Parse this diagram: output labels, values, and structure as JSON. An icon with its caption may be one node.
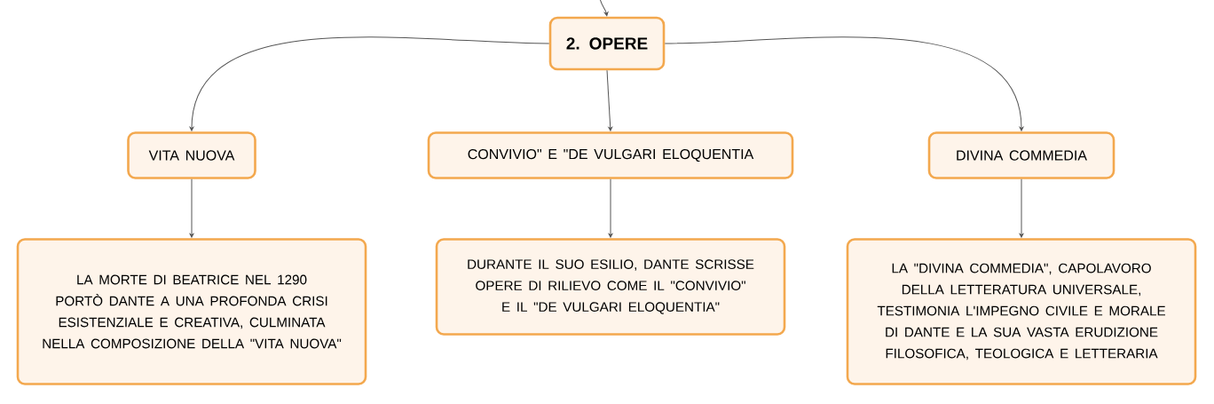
{
  "diagram": {
    "nodes": [
      {
        "text": [
          "2. OPERE"
        ]
      },
      {
        "text": [
          "VITA NUOVA"
        ]
      },
      {
        "text": [
          "CONVIVIO\" E \"DE VULGARI ELOQUENTIA"
        ]
      },
      {
        "text": [
          "DIVINA COMMEDIA"
        ]
      },
      {
        "text": [
          "LA MORTE DI BEATRICE NEL 1290 PORTÒ DANTE A UNA PROFONDA CRISI ESISTENZIALE E CREATIVA, CULMINATA NELLA COMPOSIZIONE DELLA \"VITA NUOVA\""
        ]
      },
      {
        "text": [
          "DURANTE IL SUO ESILIO, DANTE SCRISSE OPERE DI RILIEVO COME IL \"CONVIVIO\" E IL \"DE VULGARI ELOQUENTIA\""
        ]
      },
      {
        "text": [
          "LA \"DIVINA COMMEDIA\", CAPOLAVORO DELLA LETTERATURA UNIVERSALE, TESTIMONIA L'IMPEGNO CIVILE E MORALE DI DANTE E LA SUA VASTA ERUDIZIONE FILOSOFICA, TEOLOGICA E LETTERARIA"
        ]
      }
    ],
    "edges": [
      {
        "from": null,
        "to": 0,
        "arrow": "to"
      },
      {
        "from": 0,
        "to": 1,
        "arrow": "to"
      },
      {
        "from": 0,
        "to": 2,
        "arrow": "to"
      },
      {
        "from": 0,
        "to": 3,
        "arrow": "to"
      },
      {
        "from": 1,
        "to": 4,
        "arrow": "to"
      },
      {
        "from": 2,
        "to": 5,
        "arrow": "to"
      },
      {
        "from": 3,
        "to": 6,
        "arrow": "to"
      }
    ]
  }
}
